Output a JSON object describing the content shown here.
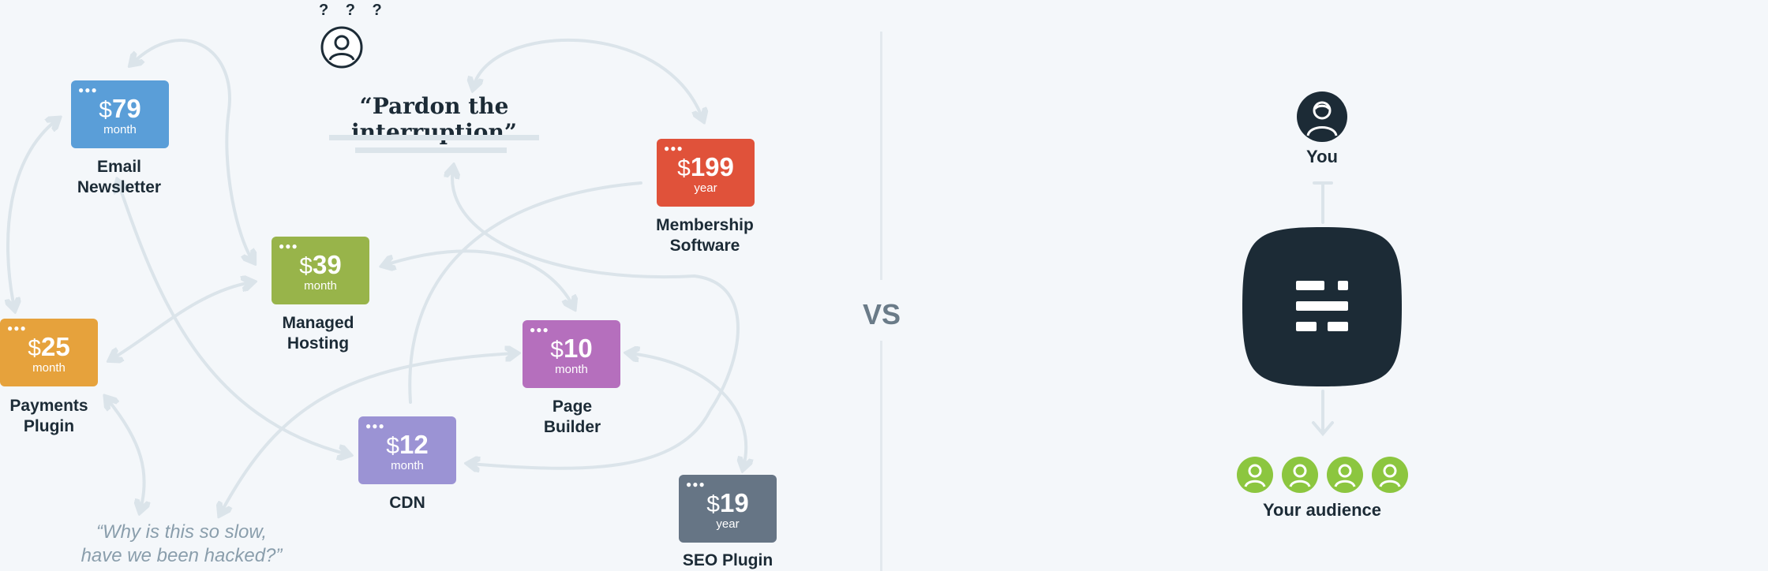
{
  "header": {
    "question_marks": "? ? ?",
    "headline": "“Pardon the interruption”"
  },
  "colors": {
    "background": "#f4f7fa",
    "arrows": "#dbe4ea",
    "dark": "#1c2b36",
    "audience": "#8cc63f"
  },
  "cards": [
    {
      "id": "email",
      "currency": "$",
      "amount": "79",
      "period": "month",
      "label_line1": "Email",
      "label_line2": "Newsletter",
      "color": "#5a9ed8"
    },
    {
      "id": "membership",
      "currency": "$",
      "amount": "199",
      "period": "year",
      "label_line1": "Membership",
      "label_line2": "Software",
      "color": "#e0523a"
    },
    {
      "id": "hosting",
      "currency": "$",
      "amount": "39",
      "period": "month",
      "label_line1": "Managed",
      "label_line2": "Hosting",
      "color": "#98b44a"
    },
    {
      "id": "payments",
      "currency": "$",
      "amount": "25",
      "period": "month",
      "label_line1": "Payments",
      "label_line2": "Plugin",
      "color": "#e6a23c"
    },
    {
      "id": "pagebuilder",
      "currency": "$",
      "amount": "10",
      "period": "month",
      "label_line1": "Page",
      "label_line2": "Builder",
      "color": "#b56fbd"
    },
    {
      "id": "cdn",
      "currency": "$",
      "amount": "12",
      "period": "month",
      "label_line1": "CDN",
      "label_line2": "",
      "color": "#9b93d4"
    },
    {
      "id": "seo",
      "currency": "$",
      "amount": "19",
      "period": "year",
      "label_line1": "SEO Plugin",
      "label_line2": "",
      "color": "#667585"
    }
  ],
  "quote": {
    "line1": "“Why is this so slow,",
    "line2": "have we been hacked?”"
  },
  "vs_label": "VS",
  "right": {
    "you_label": "You",
    "audience_label": "Your audience"
  }
}
